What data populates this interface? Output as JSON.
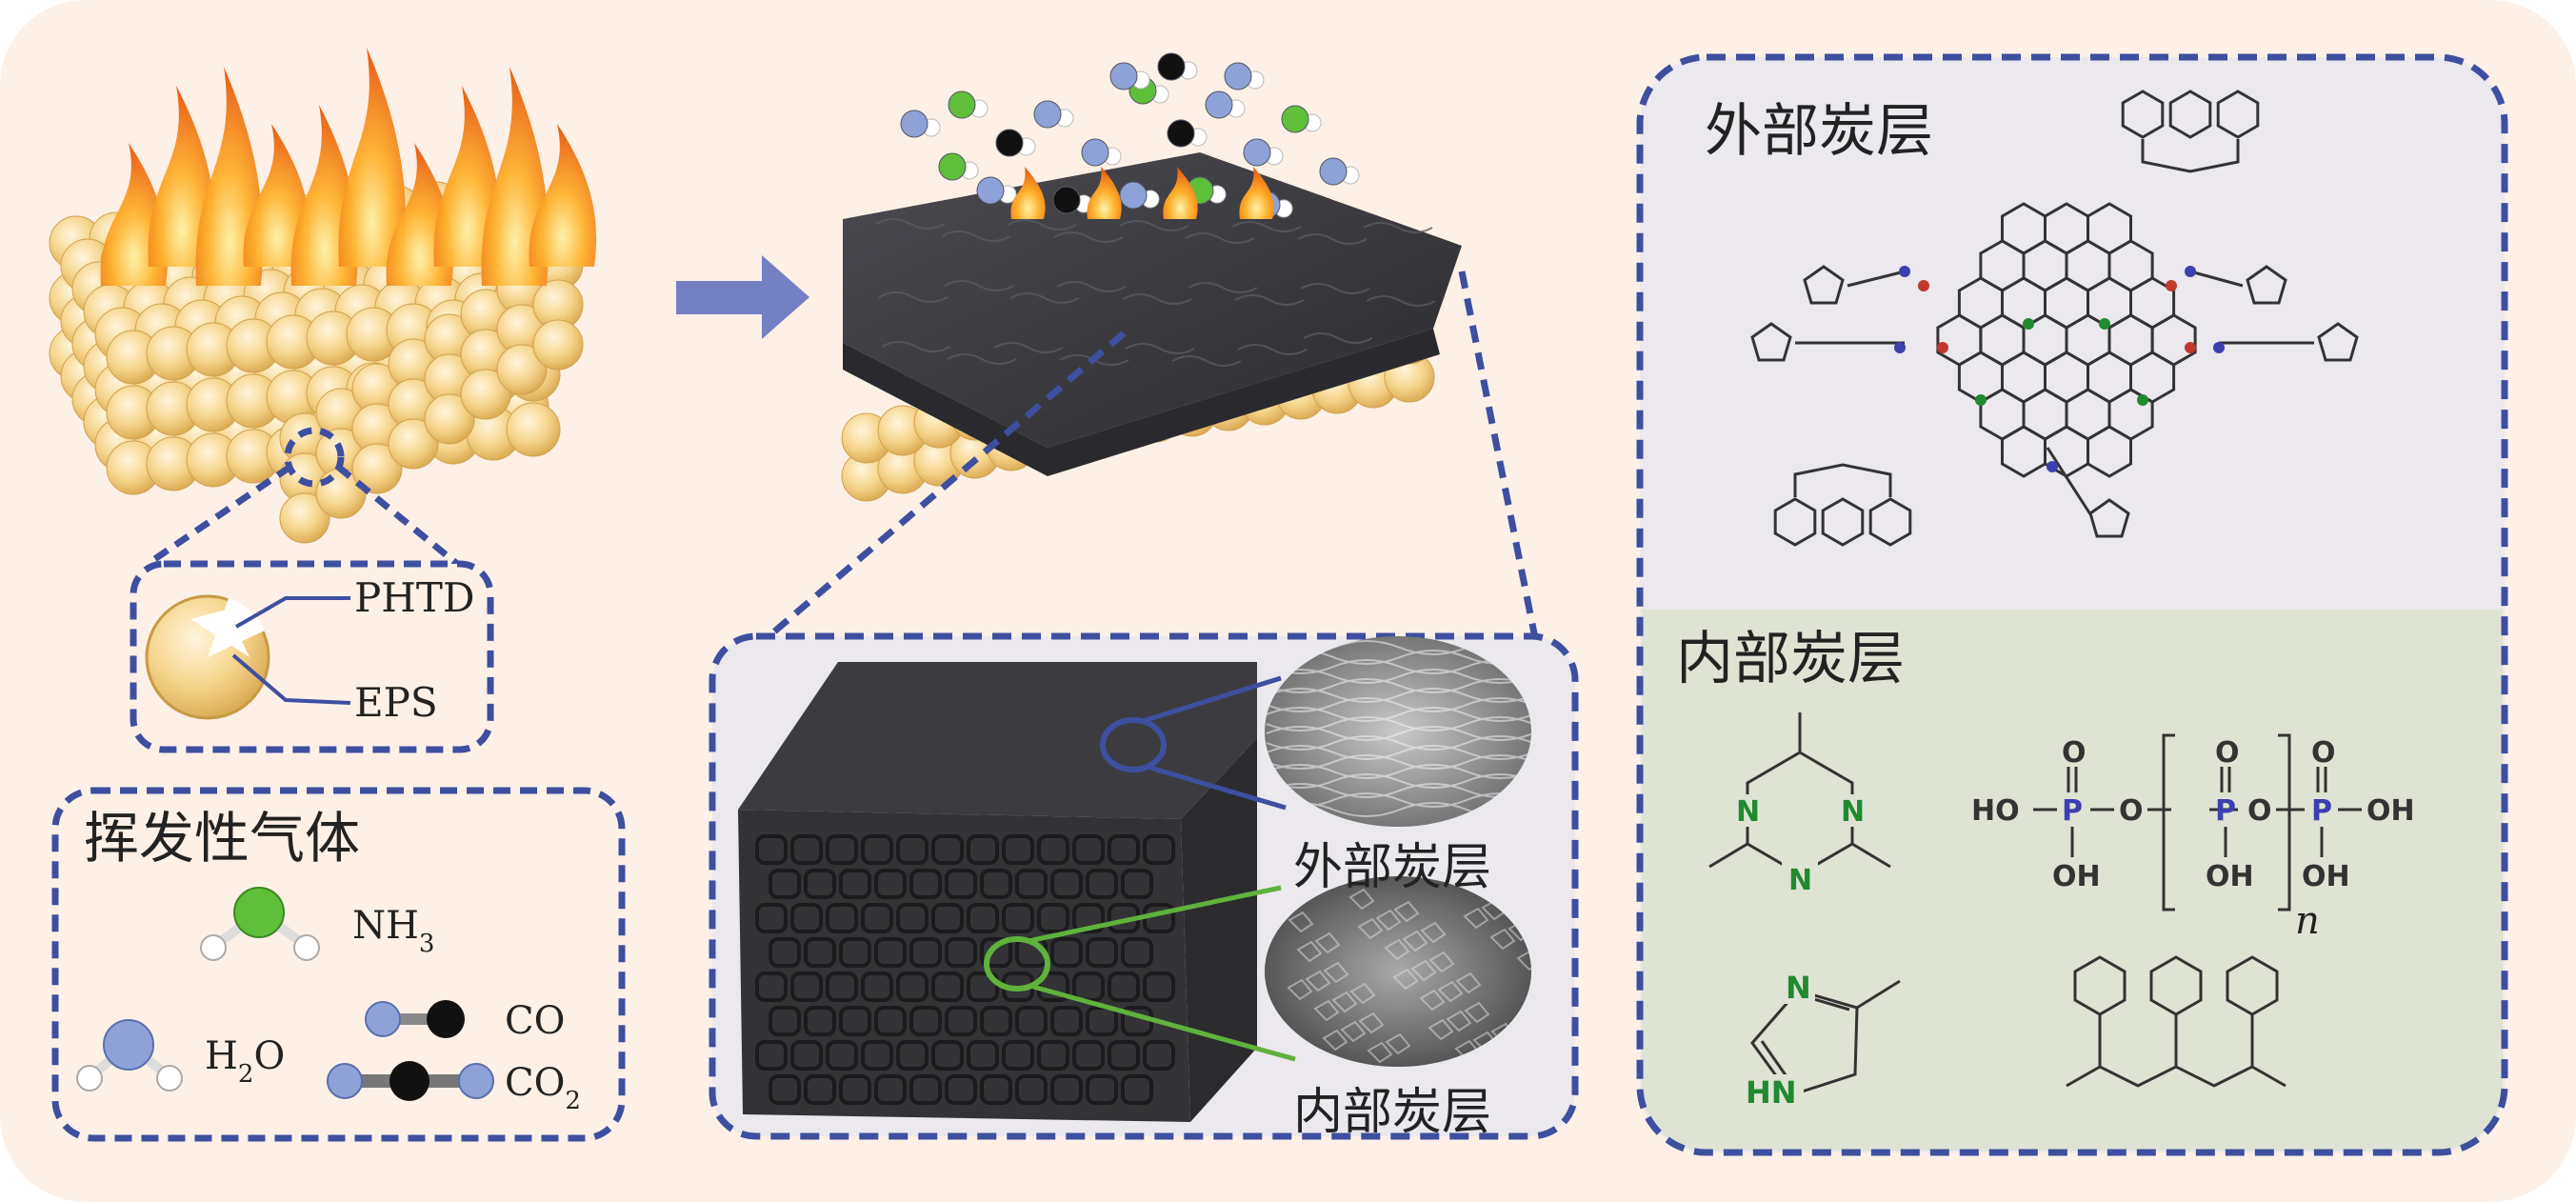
{
  "colors": {
    "background": "#fdf0e6",
    "box_border": "#3e4fa0",
    "outer_panel": "#ebe8ee",
    "inner_panel": "#dfe3d4",
    "arrow": "#7580c4",
    "bead": "#f6d48c",
    "char": "#3b3b3f",
    "flame": "#f07a1a",
    "nitrogen": "#1f8a2e",
    "phosphorus": "#3d3fb0",
    "oxygen": "#c0392b",
    "sem_link_outer": "#3e4fa0",
    "sem_link_inner": "#5fb23c"
  },
  "bead_inset": {
    "label_shell": "PHTD",
    "label_core": "EPS"
  },
  "gas_legend": {
    "title": "挥发性气体",
    "nh3": {
      "main": "NH",
      "sub": "3"
    },
    "h2o": {
      "main": "H",
      "sub": "2",
      "tail": "O"
    },
    "co": "CO",
    "co2": {
      "main": "CO",
      "sub": "2"
    }
  },
  "char_inset": {
    "label_outer": "外部炭层",
    "label_inner": "内部炭层"
  },
  "structure_panel": {
    "outer_title": "外部炭层",
    "inner_title": "内部炭层",
    "atoms": {
      "n": "N",
      "o": "O",
      "p": "P",
      "hn": "HN",
      "ho": "HO",
      "oh": "OH",
      "n_subscript": "n"
    }
  }
}
